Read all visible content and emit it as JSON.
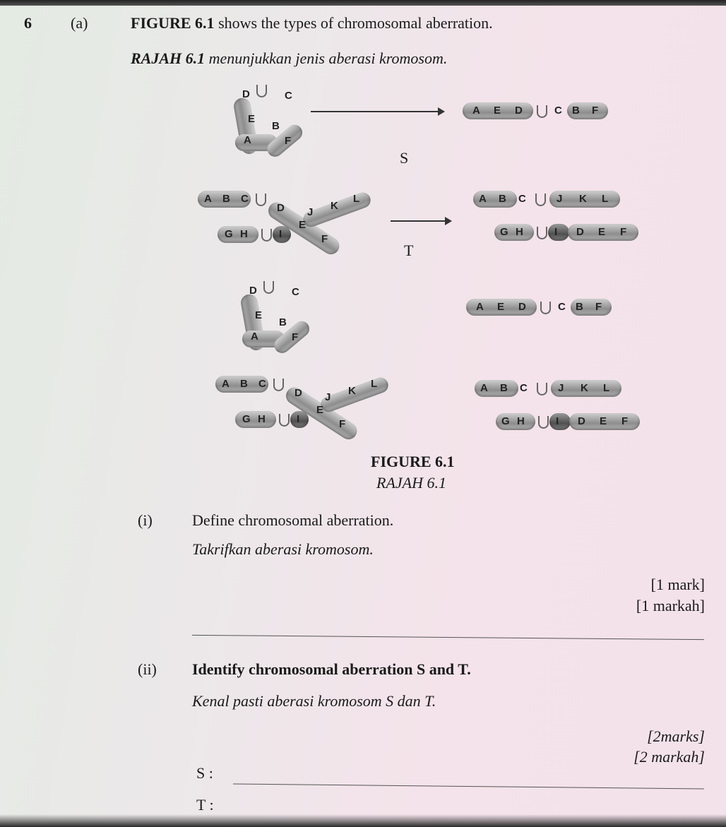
{
  "question": {
    "number": "6",
    "part": "(a)",
    "intro_bold": "FIGURE 6.1",
    "intro_rest": " shows the types of chromosomal aberration.",
    "intro_malay_bold": "RAJAH 6.1",
    "intro_malay_rest": " menunjukkan jenis aberasi kromosom."
  },
  "figure": {
    "S": {
      "label": "S",
      "before": [
        "D",
        "C",
        "E",
        "B",
        "A",
        "F"
      ],
      "after_left": [
        "A",
        "E",
        "D"
      ],
      "after_mid": "C",
      "after_right": [
        "B",
        "F"
      ]
    },
    "T": {
      "label": "T",
      "before_top_left": [
        "A",
        "B",
        "C"
      ],
      "before_diag": [
        "D",
        "E",
        "F"
      ],
      "before_jkl": [
        "J",
        "K",
        "L"
      ],
      "before_bottom_left": [
        "G",
        "H"
      ],
      "before_i": "I",
      "after_top_left": [
        "A",
        "B",
        "C"
      ],
      "after_top_right": [
        "J",
        "K",
        "L"
      ],
      "after_bottom_left": [
        "G",
        "H"
      ],
      "after_bottom_right": [
        "I",
        "D",
        "E",
        "F"
      ]
    },
    "caption": "FIGURE 6.1",
    "caption_malay": "RAJAH 6.1"
  },
  "part_i": {
    "num": "(i)",
    "text": "Define chromosomal aberration.",
    "text_malay": "Takrifkan aberasi kromosom.",
    "marks": "[1 mark]",
    "marks_malay": "[1 markah]"
  },
  "part_ii": {
    "num": "(ii)",
    "text": "Identify chromosomal aberration S and T.",
    "text_malay": "Kenal pasti aberasi kromosom S dan T.",
    "marks": "[2marks]",
    "marks_malay": "[2 markah]",
    "answer_s": "S :",
    "answer_t": "T :"
  }
}
